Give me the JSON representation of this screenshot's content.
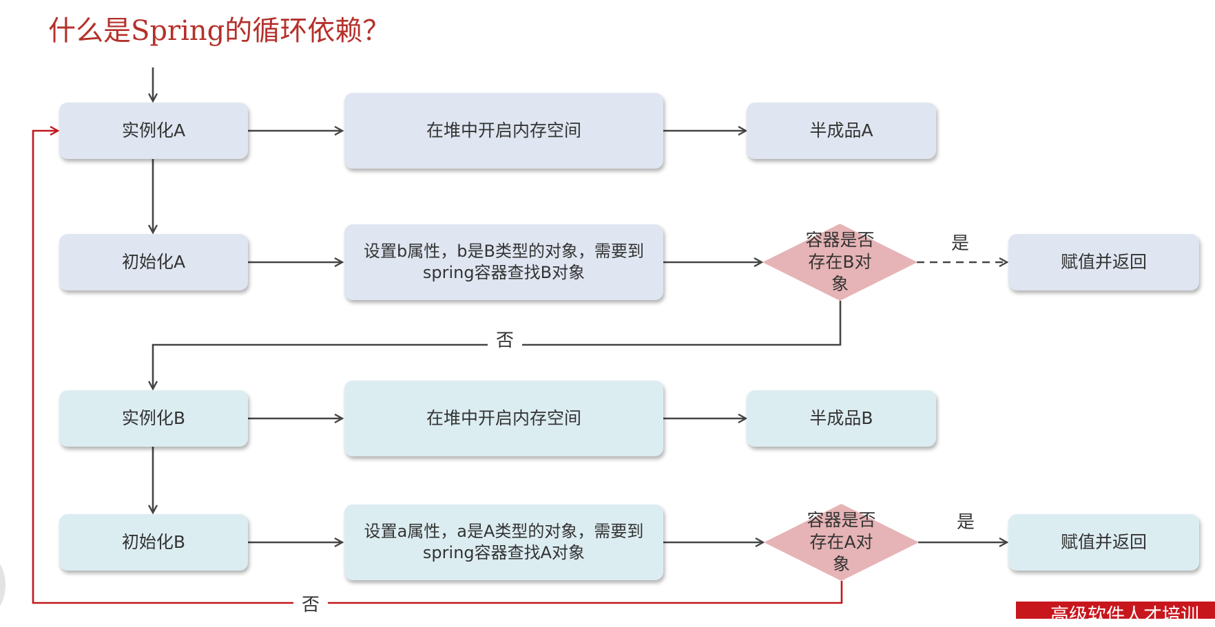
{
  "title": "什么是Spring的循环依赖？",
  "nodes": {
    "instantiate_a": "实例化A",
    "alloc_a": "在堆中开启内存空间",
    "semi_a": "半成品A",
    "init_a": "初始化A",
    "set_b": "设置b属性，b是B类型的对象，需要到spring容器查找B对象",
    "check_b": "容器是否存在B对象",
    "assign_a": "赋值并返回",
    "instantiate_b": "实例化B",
    "alloc_b": "在堆中开启内存空间",
    "semi_b": "半成品B",
    "init_b": "初始化B",
    "set_a": "设置a属性，a是A类型的对象，需要到spring容器查找A对象",
    "check_a": "容器是否存在A对象",
    "assign_b": "赋值并返回"
  },
  "edge_labels": {
    "yes_b": "是",
    "no_b": "否",
    "yes_a": "是",
    "no_a": "否"
  },
  "colors": {
    "title": "#b5302b",
    "box_a": "#dfe6f1",
    "box_b": "#dcedf2",
    "diamond": "#e6b4b6",
    "arrow": "#444444",
    "loop_arrow": "#c0171d",
    "footer": "#c8161d"
  },
  "footer": {
    "text": "高级软件人才培训"
  }
}
